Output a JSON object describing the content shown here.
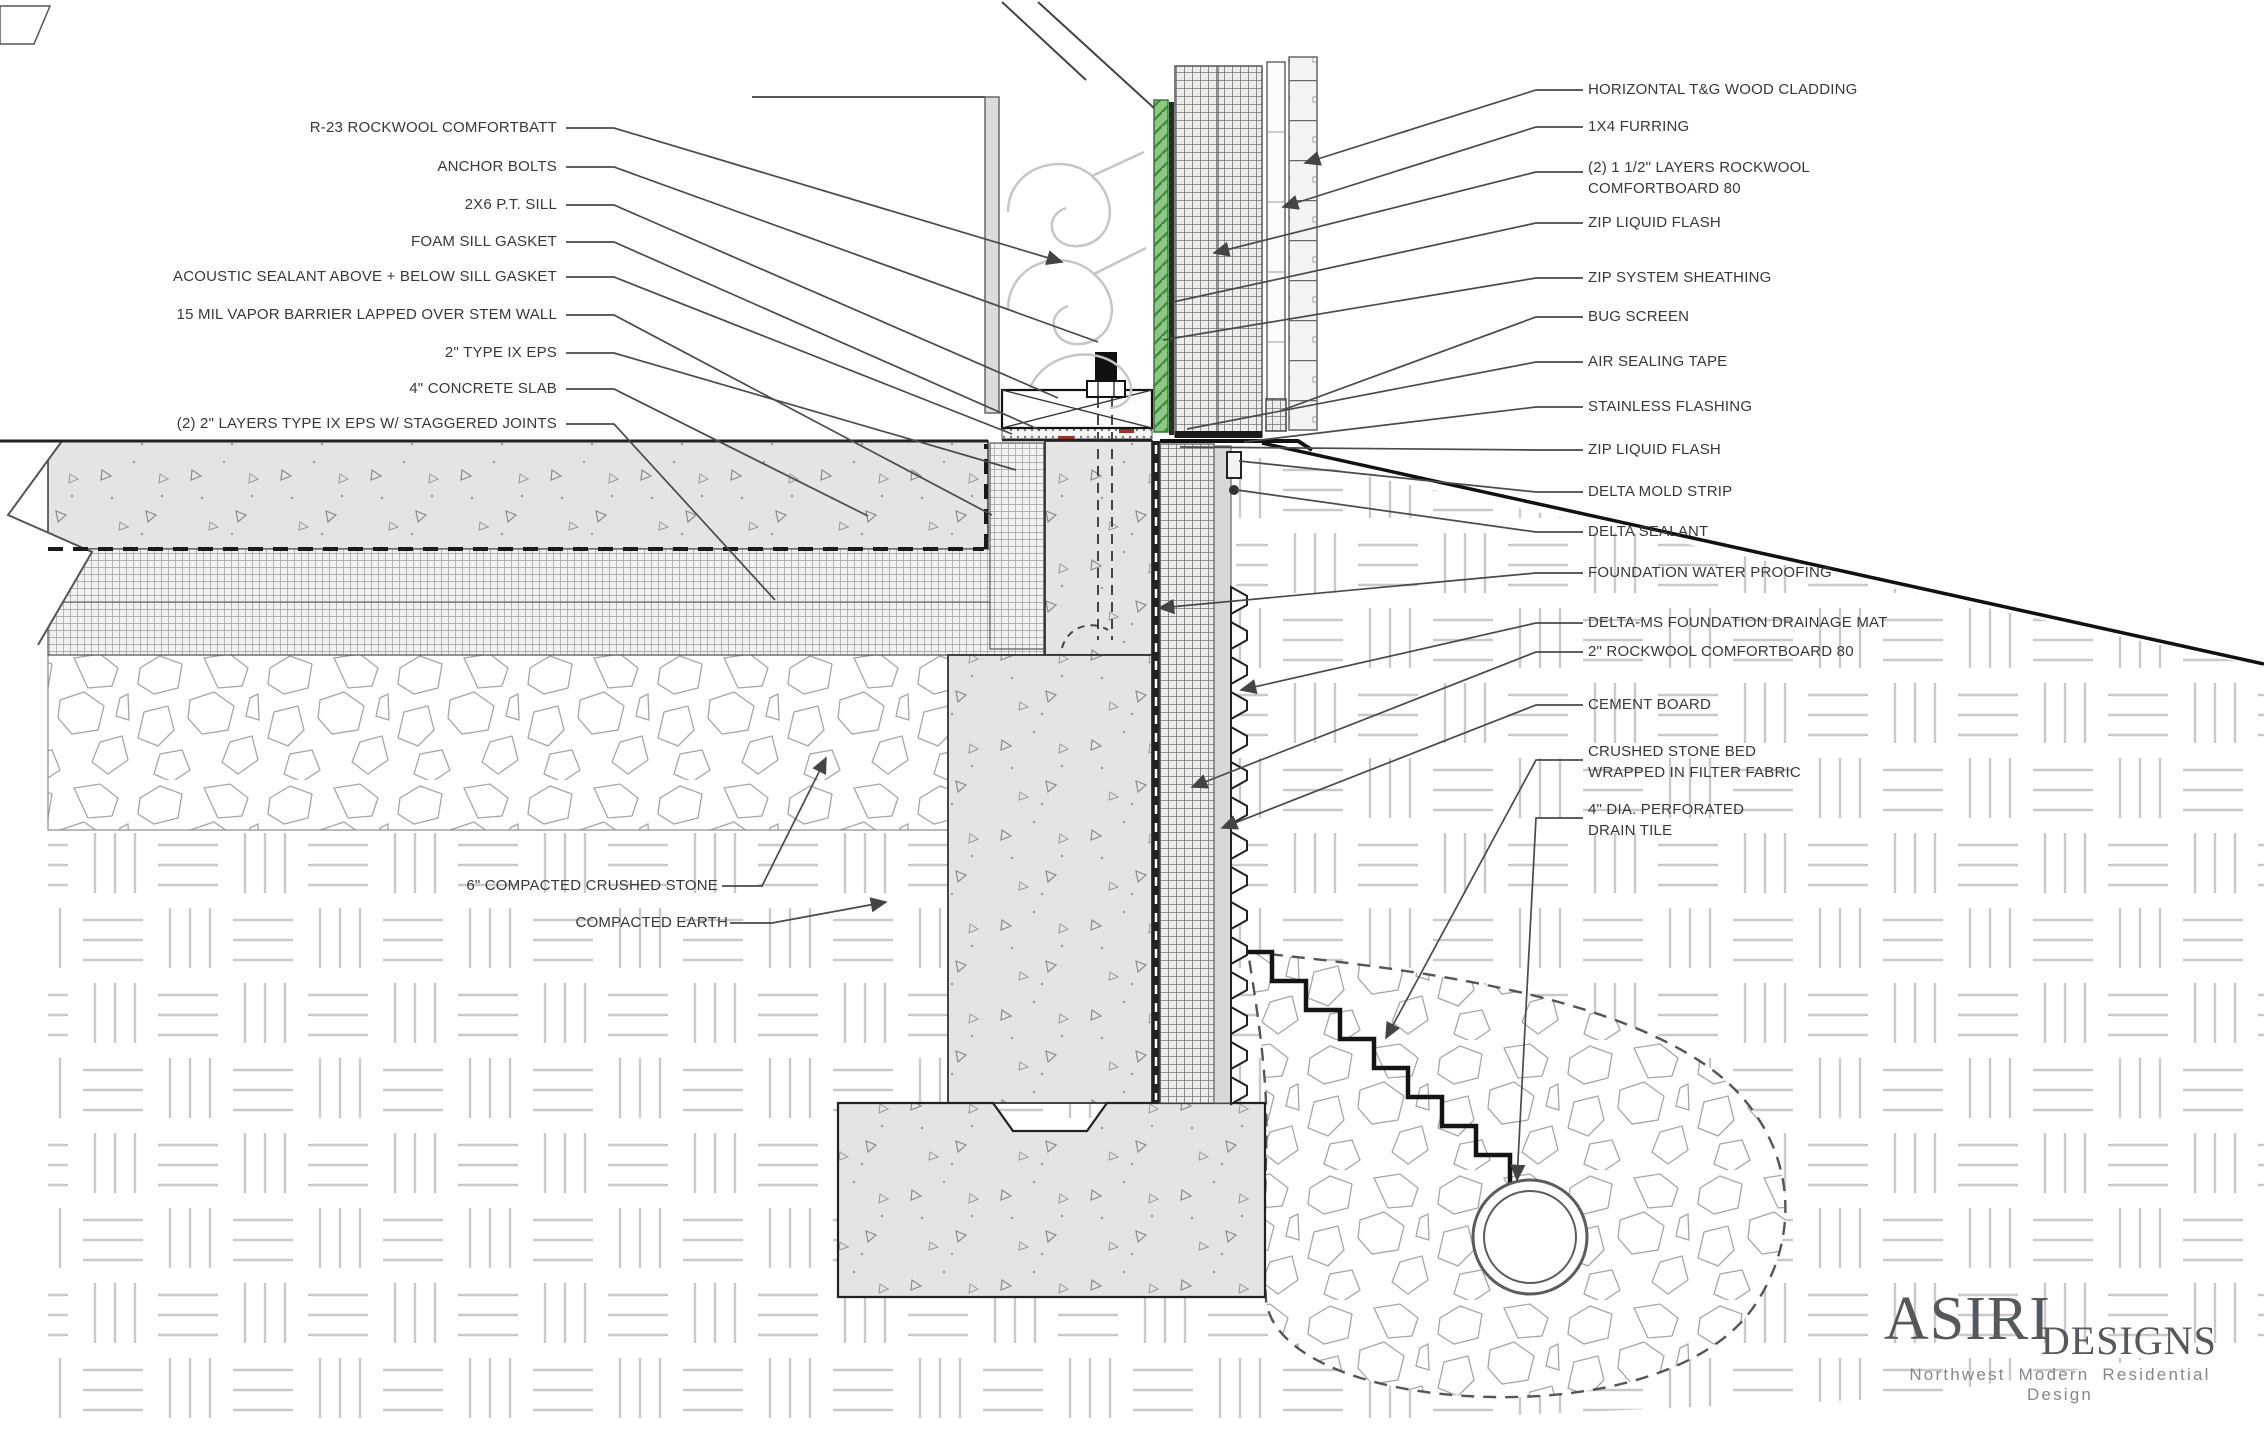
{
  "drawing": {
    "title": "Foundation / wall construction detail",
    "labels_left": [
      {
        "text": "R-23 ROCKWOOL COMFORTBATT"
      },
      {
        "text": "ANCHOR BOLTS"
      },
      {
        "text": "2X6 P.T. SILL"
      },
      {
        "text": "FOAM SILL GASKET"
      },
      {
        "text": "ACOUSTIC SEALANT ABOVE + BELOW SILL GASKET"
      },
      {
        "text": "15 MIL VAPOR BARRIER LAPPED OVER STEM WALL"
      },
      {
        "text": "2\" TYPE IX EPS"
      },
      {
        "text": "4\" CONCRETE SLAB"
      },
      {
        "text": "(2) 2\" LAYERS TYPE IX EPS W/ STAGGERED JOINTS"
      },
      {
        "text": "6\" COMPACTED CRUSHED STONE"
      },
      {
        "text": "COMPACTED EARTH"
      }
    ],
    "labels_right": [
      {
        "text": "HORIZONTAL T&G WOOD CLADDING"
      },
      {
        "text": "1X4 FURRING"
      },
      {
        "text": "(2) 1 1/2\" LAYERS ROCKWOOL\nCOMFORTBOARD 80"
      },
      {
        "text": "ZIP LIQUID FLASH"
      },
      {
        "text": "ZIP SYSTEM SHEATHING"
      },
      {
        "text": "BUG SCREEN"
      },
      {
        "text": "AIR SEALING TAPE"
      },
      {
        "text": "STAINLESS FLASHING"
      },
      {
        "text": "ZIP LIQUID FLASH"
      },
      {
        "text": "DELTA MOLD STRIP"
      },
      {
        "text": "DELTA SEALANT"
      },
      {
        "text": "FOUNDATION WATER PROOFING"
      },
      {
        "text": "DELTA-MS FOUNDATION DRAINAGE MAT"
      },
      {
        "text": "2\" ROCKWOOL COMFORTBOARD 80"
      },
      {
        "text": "CEMENT BOARD"
      },
      {
        "text": "CRUSHED STONE BED\nWRAPPED IN FILTER FABRIC"
      },
      {
        "text": "4\" DIA. PERFORATED\nDRAIN TILE"
      }
    ],
    "logo": {
      "name": "ASIRI",
      "suffix": "DESIGNS",
      "tagline": "Northwest Modern Residential Design"
    },
    "colors": {
      "sheathing_green": "#8cc882",
      "sealant_red": "#a03327",
      "concrete_fill": "#e4e4e2",
      "linework": "#3c3c3c",
      "logo_text": "#54595d"
    }
  }
}
